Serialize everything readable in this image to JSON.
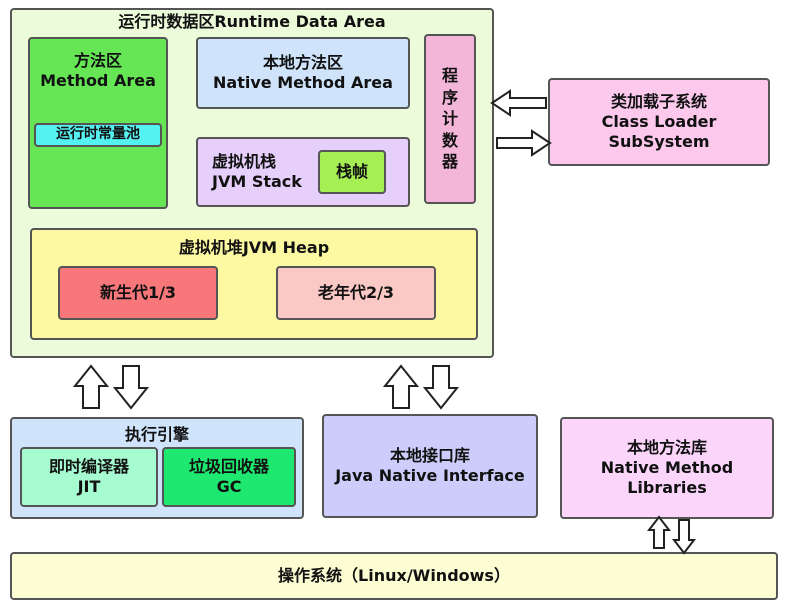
{
  "runtime_data_area": {
    "title": "运行时数据区Runtime Data Area"
  },
  "method_area": {
    "title_cn": "方法区",
    "title_en": "Method Area",
    "constant_pool": "运行时常量池"
  },
  "native_method_area": {
    "title_cn": "本地方法区",
    "title_en": "Native Method Area"
  },
  "pc_register": {
    "chars": [
      "程",
      "序",
      "计",
      "数",
      "器"
    ]
  },
  "jvm_stack": {
    "title_cn": "虚拟机栈",
    "title_en": "JVM Stack",
    "frame": "栈帧"
  },
  "heap": {
    "title": "虚拟机堆JVM Heap",
    "young": "新生代1/3",
    "old": "老年代2/3"
  },
  "class_loader": {
    "title_cn": "类加载子系统",
    "title_en": "Class Loader SubSystem"
  },
  "execution_engine": {
    "title": "执行引擎",
    "jit_cn": "即时编译器",
    "jit_en": "JIT",
    "gc_cn": "垃圾回收器",
    "gc_en": "GC"
  },
  "jni": {
    "title_cn": "本地接口库",
    "title_en": "Java Native Interface"
  },
  "native_libraries": {
    "title_cn": "本地方法库",
    "title_en": "Native Method Libraries"
  },
  "os": {
    "label": "操作系统（Linux/Windows）"
  },
  "colors": {
    "runtime_bg": "#ecfbd9",
    "method_area_bg": "#66e655",
    "constant_pool_bg": "#55f2f2",
    "native_method_area_bg": "#cfe4fb",
    "pc_register_bg": "#f3b6d8",
    "jvm_stack_bg": "#e6cffa",
    "stack_frame_bg": "#a5ef55",
    "heap_bg": "#fdf9a3",
    "young_gen_bg": "#f7777a",
    "old_gen_bg": "#fbc9c5",
    "class_loader_bg": "#fcc9ec",
    "exec_engine_bg": "#cfe4fb",
    "jit_bg": "#a6fbd0",
    "gc_bg": "#1ee86f",
    "jni_bg": "#cdcdfb",
    "native_libs_bg": "#fcd5fb",
    "os_bg": "#fdfdd3"
  }
}
